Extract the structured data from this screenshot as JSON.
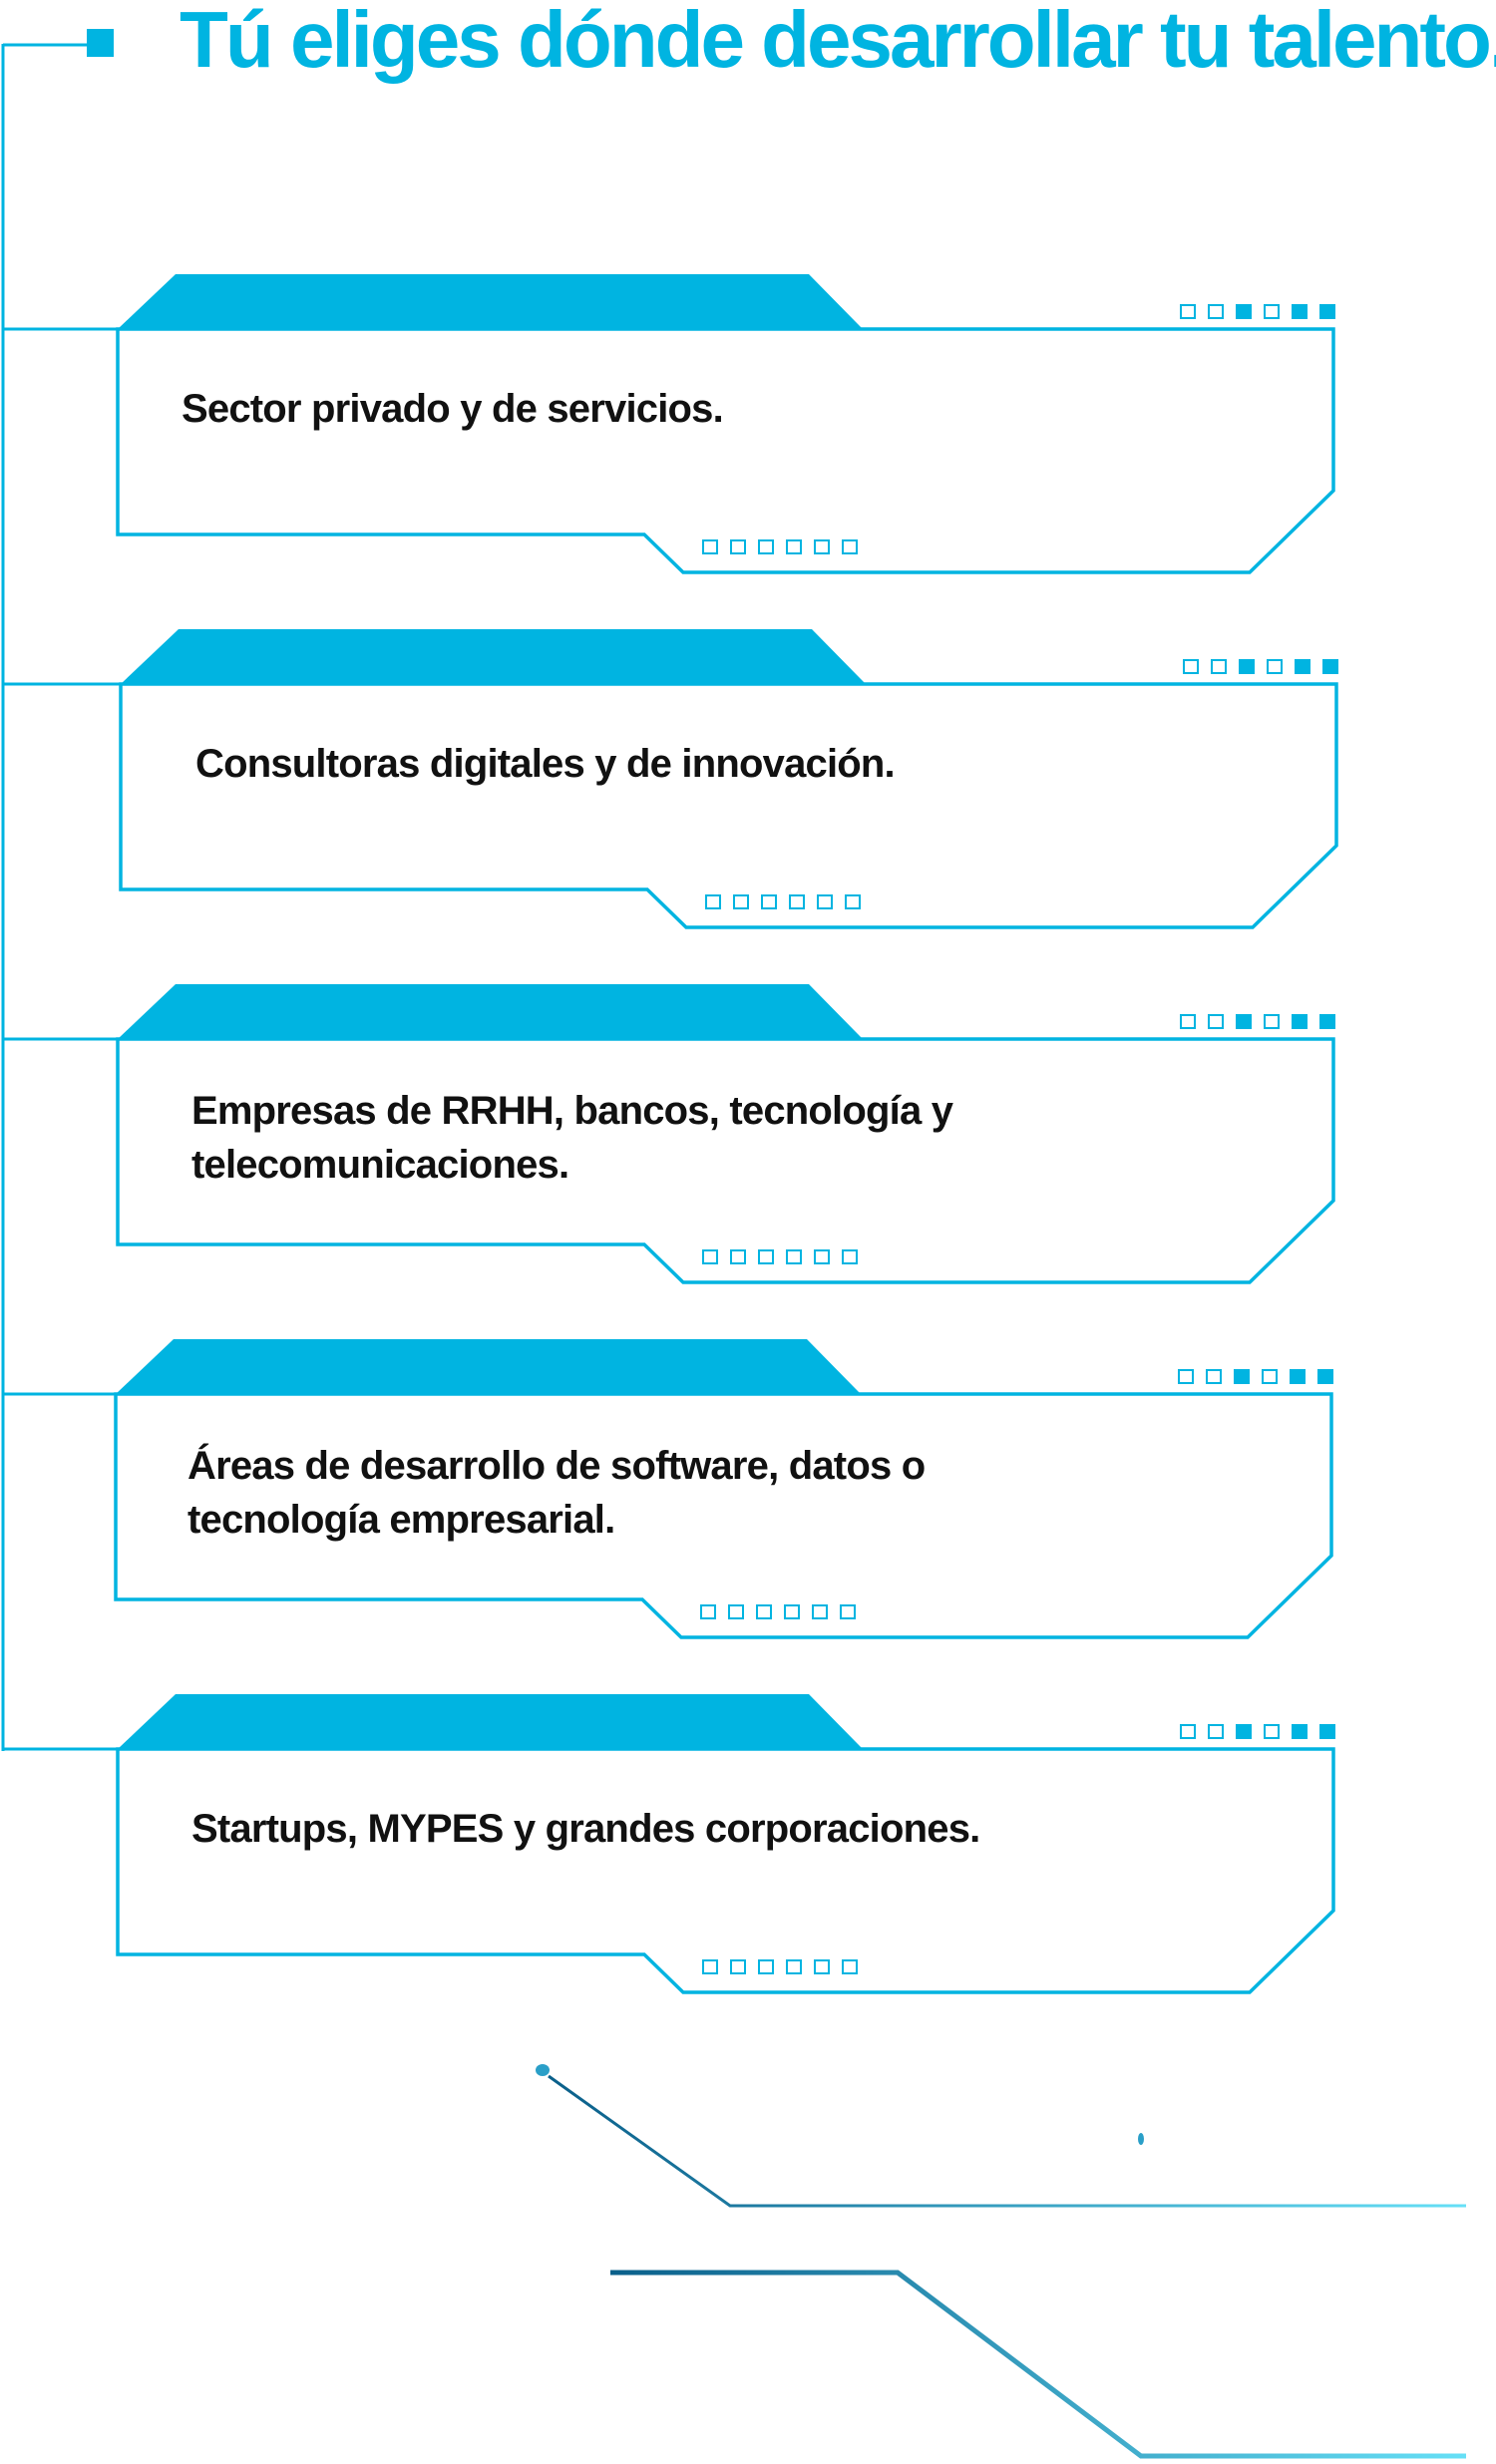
{
  "title": "Tú eliges dónde desarrollar tu talento.",
  "colors": {
    "accent": "#00b4e1",
    "text": "#111111",
    "dark_line": "#0a5f8a",
    "light_line": "#66e0f7"
  },
  "indicator_pattern": [
    false,
    false,
    true,
    false,
    true,
    true
  ],
  "cards": [
    {
      "text": "Sector privado y de servicios."
    },
    {
      "text": "Consultoras digitales y de innovación."
    },
    {
      "text": "Empresas de RRHH, bancos, tecnología y telecomunicaciones."
    },
    {
      "text": "Áreas de desarrollo de software, datos o tecnología empresarial."
    },
    {
      "text": "Startups, MYPES y grandes corporaciones."
    }
  ]
}
